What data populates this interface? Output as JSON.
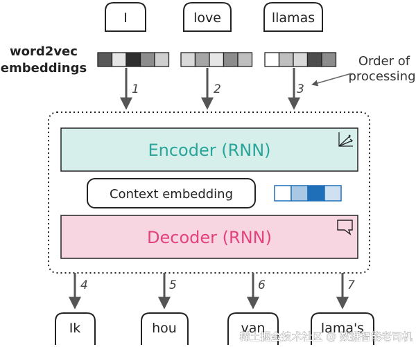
{
  "inputs": [
    {
      "token": "I",
      "step": "1",
      "cells": [
        "#595959",
        "#e6e6e6",
        "#2f2f2f",
        "#8c8c8c",
        "#cfcfcf"
      ]
    },
    {
      "token": "love",
      "step": "2",
      "cells": [
        "#d9d9d9",
        "#a6a6a6",
        "#e6e6e6",
        "#8c8c8c",
        "#bfbfbf"
      ]
    },
    {
      "token": "llamas",
      "step": "3",
      "cells": [
        "#ffffff",
        "#bfbfbf",
        "#d9d9d9",
        "#4d4d4d",
        "#8c8c8c"
      ]
    }
  ],
  "outputs": [
    {
      "token": "Ik",
      "step": "4"
    },
    {
      "token": "hou",
      "step": "5"
    },
    {
      "token": "van",
      "step": "6"
    },
    {
      "token": "lama's",
      "step": "7"
    }
  ],
  "labels": {
    "word2vec_line1": "word2vec",
    "word2vec_line2": "embeddings",
    "order_line1": "Order of",
    "order_line2": "processing",
    "encoder": "Encoder (RNN)",
    "context": "Context embedding",
    "decoder": "Decoder (RNN)"
  },
  "context_cells": [
    "#ffffff",
    "#a9c8e4",
    "#1f6fb8",
    "#cfe0f1"
  ],
  "colors": {
    "encoder_fill": "#d6efeb",
    "encoder_text": "#2aa59a",
    "decoder_fill": "#f7d6e2",
    "decoder_text": "#e3437d",
    "context_border": "#1f6fb8",
    "arrow": "#555555"
  },
  "icons": {
    "encoder_corner": "vector-axes-icon",
    "decoder_corner": "speech-bubble-icon"
  },
  "watermark": "稀土掘金技术社区 @ 数据智能老司机"
}
